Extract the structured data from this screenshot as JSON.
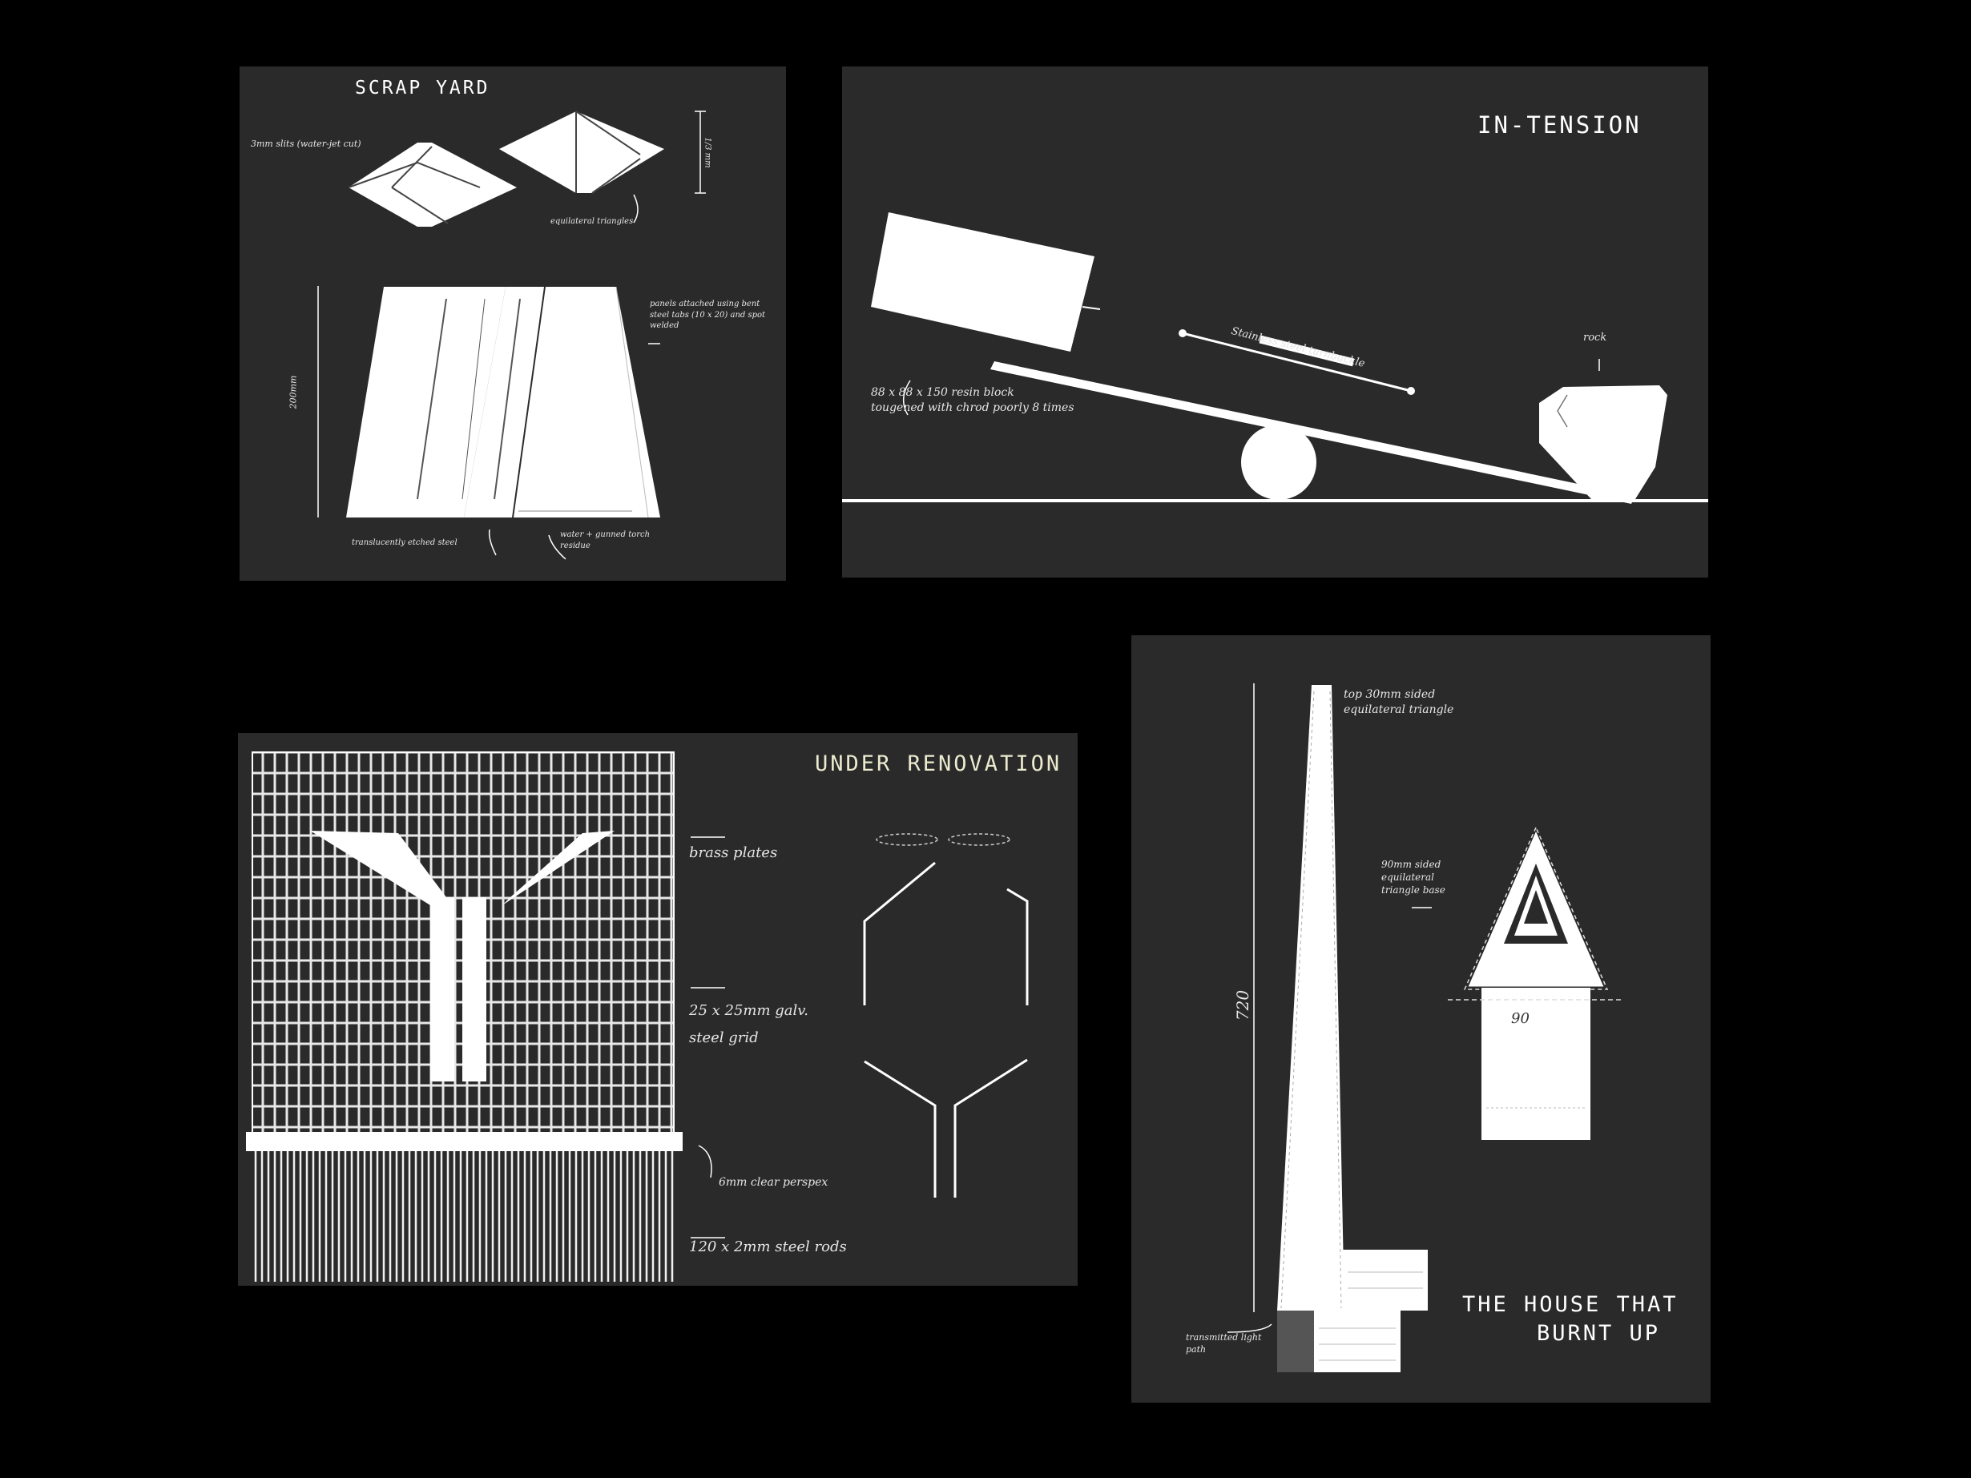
{
  "panels": {
    "scrap_yard": {
      "title": "SCRAP YARD",
      "notes": {
        "slits": "3mm slits (water-jet cut)",
        "triangles": "equilateral triangles",
        "dim_small": "1/3 mm",
        "panels": "panels attached using bent steel tabs (10 x 20) and spot welded",
        "dim_height": "200mm",
        "metal": "translucently etched steel",
        "residue": "water + gunned torch residue"
      }
    },
    "in_tension": {
      "title": "IN-TENSION",
      "notes": {
        "turnbuckle": "Stainless steel turnbuckle",
        "rock": "rock",
        "block": "88 x 88 x 150 resin block\ntougened with chrod poorly 8 times"
      }
    },
    "under_renovation": {
      "title": "UNDER RENOVATION",
      "notes": {
        "brass": "brass plates",
        "grid": "25 x 25mm galv.\nsteel grid",
        "perspex": "6mm clear perspex",
        "rods": "120 x 2mm steel rods"
      }
    },
    "house_burnt_up": {
      "title_line1": "THE HOUSE THAT",
      "title_line2": "BURNT UP",
      "notes": {
        "top": "top 30mm sided equilateral triangle",
        "base": "90mm sided equilateral triangle base",
        "light": "transmitted light path",
        "dim_height": "720",
        "dim_base": "90"
      }
    }
  },
  "colors": {
    "background": "#000000",
    "panel": "#2a2a2a",
    "ink": "#ffffff"
  }
}
